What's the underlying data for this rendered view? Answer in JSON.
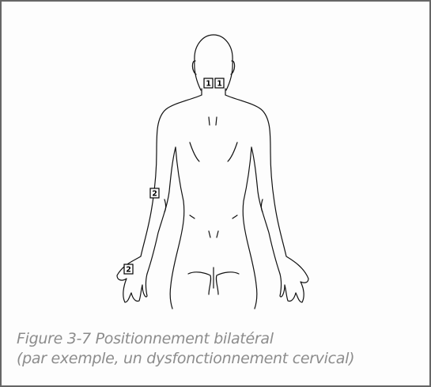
{
  "figure": {
    "markers": [
      {
        "label": "1",
        "site": "neck-left"
      },
      {
        "label": "1",
        "site": "neck-right"
      },
      {
        "label": "2",
        "site": "right-elbow"
      },
      {
        "label": "2",
        "site": "right-hand"
      }
    ],
    "caption": {
      "line1": "Figure 3-7 Positionnement bilatéral",
      "line2": "(par exemple, un dysfonctionnement cervical)"
    }
  },
  "colors": {
    "border": "#666666",
    "caption_text": "#8c8c8c",
    "outline": "#111111"
  }
}
